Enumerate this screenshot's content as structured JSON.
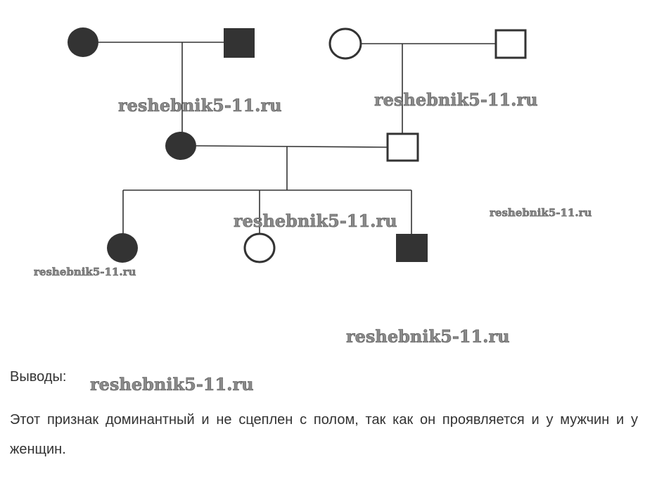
{
  "watermark": "reshebnik5-11.ru",
  "conclusion_heading": "Выводы:",
  "conclusion_text": "Этот признак доминантный и не сцеплен с полом, так как он проявляется и у мужчин и у женщин.",
  "colors": {
    "affected": "#333333",
    "line": "#333333"
  }
}
